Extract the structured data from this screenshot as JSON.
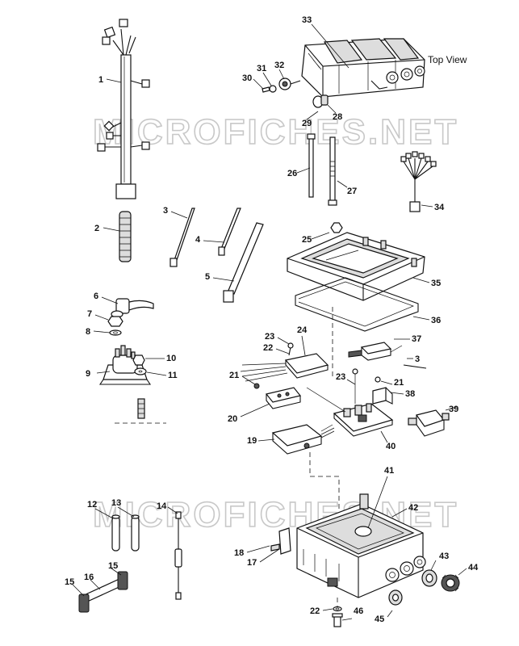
{
  "watermark": "MICROFICHES.NET",
  "view_label": "Top View",
  "parts": [
    {
      "id": "p1",
      "label": "1"
    },
    {
      "id": "p2",
      "label": "2"
    },
    {
      "id": "p3",
      "label": "3"
    },
    {
      "id": "p3b",
      "label": "3"
    },
    {
      "id": "p4",
      "label": "4"
    },
    {
      "id": "p5",
      "label": "5"
    },
    {
      "id": "p6",
      "label": "6"
    },
    {
      "id": "p7",
      "label": "7"
    },
    {
      "id": "p8",
      "label": "8"
    },
    {
      "id": "p9",
      "label": "9"
    },
    {
      "id": "p10",
      "label": "10"
    },
    {
      "id": "p11",
      "label": "11"
    },
    {
      "id": "p12",
      "label": "12"
    },
    {
      "id": "p13",
      "label": "13"
    },
    {
      "id": "p14",
      "label": "14"
    },
    {
      "id": "p15a",
      "label": "15"
    },
    {
      "id": "p15b",
      "label": "15"
    },
    {
      "id": "p16",
      "label": "16"
    },
    {
      "id": "p17",
      "label": "17"
    },
    {
      "id": "p18",
      "label": "18"
    },
    {
      "id": "p19",
      "label": "19"
    },
    {
      "id": "p20",
      "label": "20"
    },
    {
      "id": "p21a",
      "label": "21"
    },
    {
      "id": "p21b",
      "label": "21"
    },
    {
      "id": "p22a",
      "label": "22"
    },
    {
      "id": "p22b",
      "label": "22"
    },
    {
      "id": "p23a",
      "label": "23"
    },
    {
      "id": "p23b",
      "label": "23"
    },
    {
      "id": "p24",
      "label": "24"
    },
    {
      "id": "p25",
      "label": "25"
    },
    {
      "id": "p26",
      "label": "26"
    },
    {
      "id": "p27",
      "label": "27"
    },
    {
      "id": "p28",
      "label": "28"
    },
    {
      "id": "p29",
      "label": "29"
    },
    {
      "id": "p30",
      "label": "30"
    },
    {
      "id": "p31",
      "label": "31"
    },
    {
      "id": "p32",
      "label": "32"
    },
    {
      "id": "p33",
      "label": "33"
    },
    {
      "id": "p34",
      "label": "34"
    },
    {
      "id": "p35",
      "label": "35"
    },
    {
      "id": "p36",
      "label": "36"
    },
    {
      "id": "p37",
      "label": "37"
    },
    {
      "id": "p38",
      "label": "38"
    },
    {
      "id": "p39",
      "label": "39"
    },
    {
      "id": "p40",
      "label": "40"
    },
    {
      "id": "p41",
      "label": "41"
    },
    {
      "id": "p42",
      "label": "42"
    },
    {
      "id": "p43",
      "label": "43"
    },
    {
      "id": "p44",
      "label": "44"
    },
    {
      "id": "p45",
      "label": "45"
    },
    {
      "id": "p46",
      "label": "46"
    }
  ]
}
